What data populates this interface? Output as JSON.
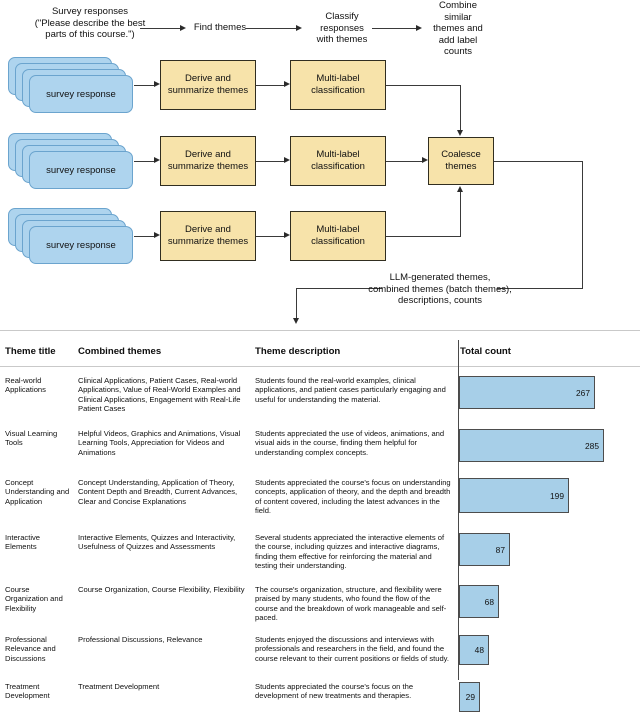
{
  "diagram": {
    "captions": [
      {
        "name": "survey-responses",
        "text": "Survey responses\n(\"Please describe the best\nparts of this course.\")"
      },
      {
        "name": "find-themes",
        "text": "Find themes"
      },
      {
        "name": "classify-responses",
        "text": "Classify\nresponses\nwith themes"
      },
      {
        "name": "combine-themes",
        "text": "Combine\nsimilar\nthemes and\nadd label\ncounts"
      }
    ],
    "card_label": "survey response",
    "cards_per_stack": 4,
    "stacks": 3,
    "derive_box_label": "Derive and\nsummarize themes",
    "classify_box_label": "Multi-label\nclassification",
    "coalesce_box_label": "Coalesce\nthemes",
    "output_annotation": "LLM-generated themes,\ncombined themes (batch themes),\ndescriptions, counts",
    "colors": {
      "card_fill": "#aed4ee",
      "card_stroke": "#6ba4ce",
      "process_fill": "#f7e3aa",
      "process_stroke": "#312e20",
      "bar_fill": "#a7cfe8",
      "bar_stroke": "#4d4d4d"
    }
  },
  "table": {
    "headers": {
      "theme_title": "Theme title",
      "combined_themes": "Combined themes",
      "theme_description": "Theme description",
      "total_count": "Total count"
    },
    "rows": [
      {
        "title": "Real-world Applications",
        "combined": "Clinical Applications, Patient Cases, Real-world Applications, Value of Real-World Examples and Clinical Applications, Engagement with Real-Life Patient Cases",
        "description": "Students found the real-world examples, clinical applications, and patient cases particularly engaging and useful for understanding the material.",
        "count": 267
      },
      {
        "title": "Visual Learning Tools",
        "combined": "Helpful Videos, Graphics and Animations, Visual Learning Tools, Appreciation for Videos and Animations",
        "description": "Students appreciated the use of videos, animations, and visual aids in the course, finding them helpful for understanding complex concepts.",
        "count": 285
      },
      {
        "title": "Concept Understanding and Application",
        "combined": "Concept Understanding, Application of Theory, Content Depth and Breadth, Current Advances, Clear and Concise Explanations",
        "description": "Students appreciated the course's focus on understanding concepts, application of theory, and the depth and breadth of content covered, including the latest advances in the field.",
        "count": 199
      },
      {
        "title": "Interactive Elements",
        "combined": "Interactive Elements, Quizzes and Interactivity, Usefulness of Quizzes and Assessments",
        "description": "Several students appreciated the interactive elements of the course, including quizzes and interactive diagrams, finding them effective for reinforcing the material and testing their understanding.",
        "count": 87
      },
      {
        "title": "Course Organization and Flexibility",
        "combined": "Course Organization, Course Flexibility, Flexibility",
        "description": "The course's organization, structure, and flexibility were praised by many students, who found the flow of the course and the breakdown of work manageable and self-paced.",
        "count": 68
      },
      {
        "title": "Professional Relevance and Discussions",
        "combined": "Professional Discussions, Relevance",
        "description": "Students enjoyed the discussions and interviews with professionals and researchers in the field, and found the course relevant to their current positions or fields of study.",
        "count": 48
      },
      {
        "title": "Treatment Development",
        "combined": "Treatment Development",
        "description": "Students appreciated the course's focus on the development of new treatments and therapies.",
        "count": 29
      }
    ]
  },
  "chart_data": {
    "type": "bar",
    "orientation": "horizontal",
    "title": "Total count",
    "categories": [
      "Real-world Applications",
      "Visual Learning Tools",
      "Concept Understanding and Application",
      "Interactive Elements",
      "Course Organization and Flexibility",
      "Professional Relevance and Discussions",
      "Treatment Development"
    ],
    "values": [
      267,
      285,
      199,
      87,
      68,
      48,
      29
    ],
    "xlabel": "",
    "ylabel": "",
    "xlim": [
      0,
      300
    ],
    "grid": false,
    "legend": false,
    "data_labels": true
  }
}
